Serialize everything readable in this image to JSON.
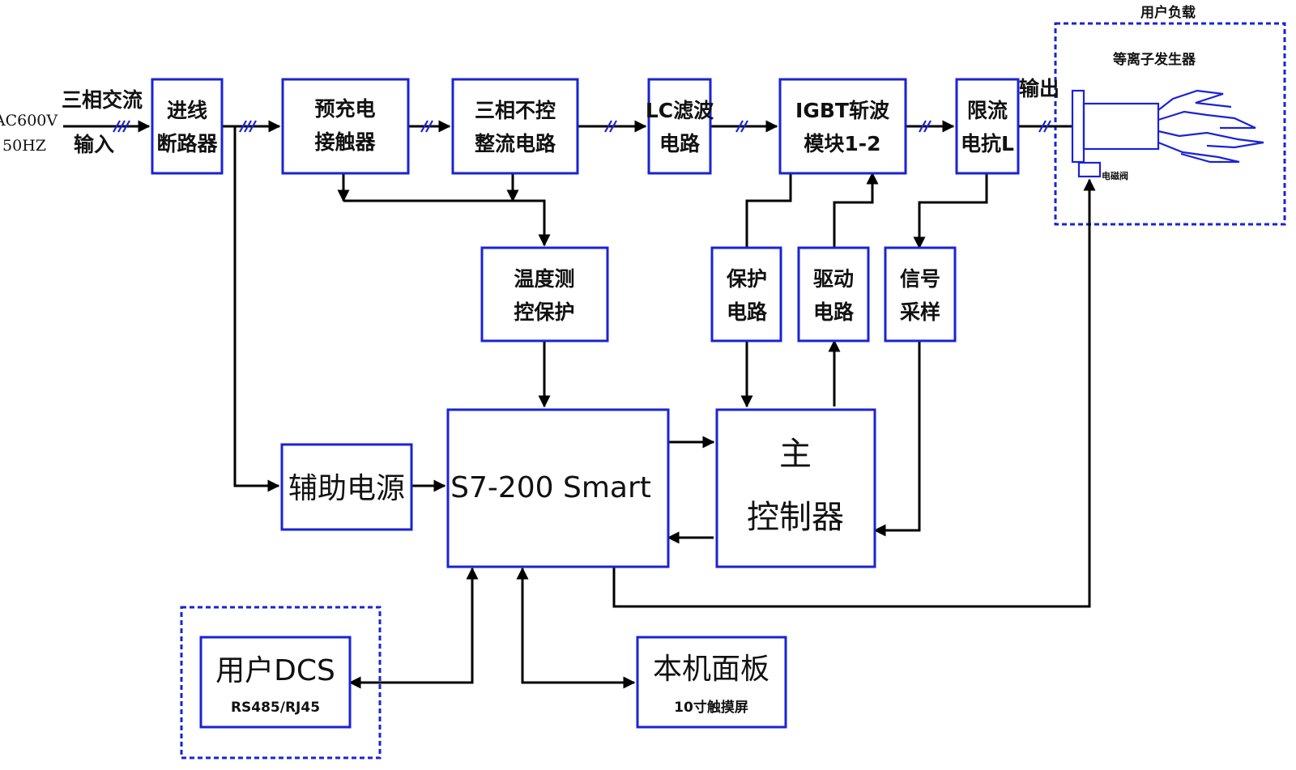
{
  "input": {
    "source_line1": "AC600V",
    "source_line2": "50HZ",
    "label_line1": "三相交流",
    "label_line2": "输入"
  },
  "blocks": {
    "breaker": {
      "line1": "进线",
      "line2": "断路器"
    },
    "precharge": {
      "line1": "预充电",
      "line2": "接触器"
    },
    "rectifier": {
      "line1": "三相不控",
      "line2": "整流电路"
    },
    "lc_filter": {
      "line1": "LC滤波",
      "line2": "电路"
    },
    "igbt": {
      "line1": "IGBT斩波",
      "line2": "模块1-2"
    },
    "reactor": {
      "line1": "限流",
      "line2": "电抗L"
    },
    "temperature": {
      "line1": "温度测",
      "line2": "控保护"
    },
    "protection": {
      "line1": "保护",
      "line2": "电路"
    },
    "drive": {
      "line1": "驱动",
      "line2": "电路"
    },
    "sampling": {
      "line1": "信号",
      "line2": "采样"
    },
    "aux_power": {
      "label": "辅助电源"
    },
    "plc": {
      "label": "S7-200 Smart"
    },
    "main_controller": {
      "line1": "主",
      "line2": "控制器"
    },
    "user_dcs": {
      "label": "用户DCS",
      "sublabel": "RS485/RJ45"
    },
    "panel": {
      "label": "本机面板",
      "sublabel": "10寸触摸屏"
    }
  },
  "load": {
    "group_label": "用户负载",
    "generator_label": "等离子发生器",
    "valve_label": "电磁阀",
    "output_label": "输出"
  },
  "colors": {
    "block_border": "#1a23d6",
    "wire": "#000000",
    "text": "#111111"
  }
}
